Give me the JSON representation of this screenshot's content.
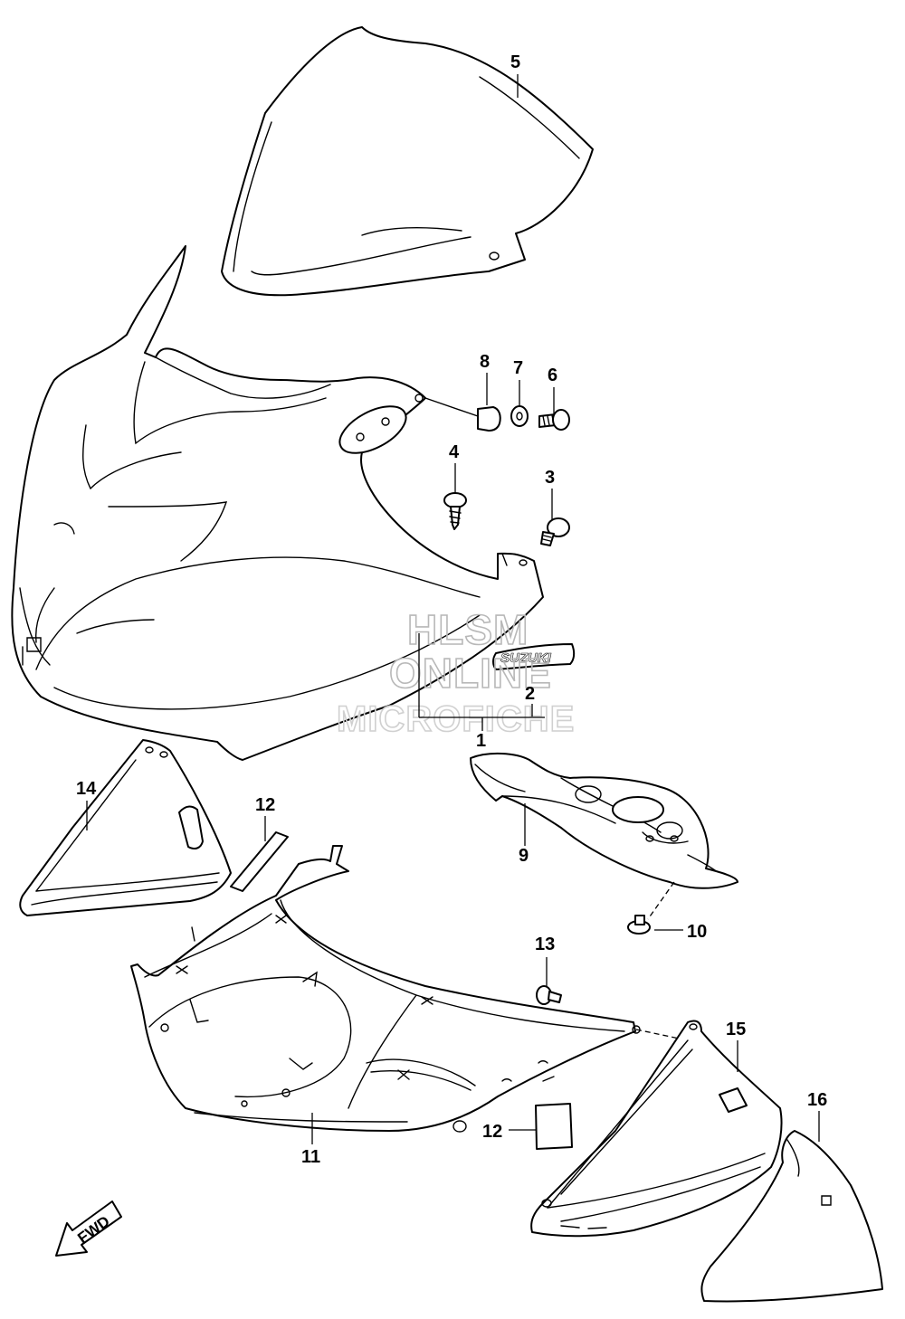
{
  "callouts": [
    {
      "id": "c1",
      "label": "1"
    },
    {
      "id": "c2",
      "label": "2"
    },
    {
      "id": "c3",
      "label": "3"
    },
    {
      "id": "c4",
      "label": "4"
    },
    {
      "id": "c5",
      "label": "5"
    },
    {
      "id": "c6",
      "label": "6"
    },
    {
      "id": "c7",
      "label": "7"
    },
    {
      "id": "c8",
      "label": "8"
    },
    {
      "id": "c9",
      "label": "9"
    },
    {
      "id": "c10",
      "label": "10"
    },
    {
      "id": "c11",
      "label": "11"
    },
    {
      "id": "c12a",
      "label": "12"
    },
    {
      "id": "c12b",
      "label": "12"
    },
    {
      "id": "c13",
      "label": "13"
    },
    {
      "id": "c14",
      "label": "14"
    },
    {
      "id": "c15",
      "label": "15"
    },
    {
      "id": "c16",
      "label": "16"
    }
  ],
  "watermark": {
    "line1": "HLSM",
    "line2": "ONLINE",
    "line3": "MICROFICHE"
  },
  "emblem_text": "SUZUKI",
  "fwd_label": "FWD",
  "colors": {
    "ink": "#000000",
    "paper": "#ffffff",
    "watermark": "#b8b8b8"
  }
}
